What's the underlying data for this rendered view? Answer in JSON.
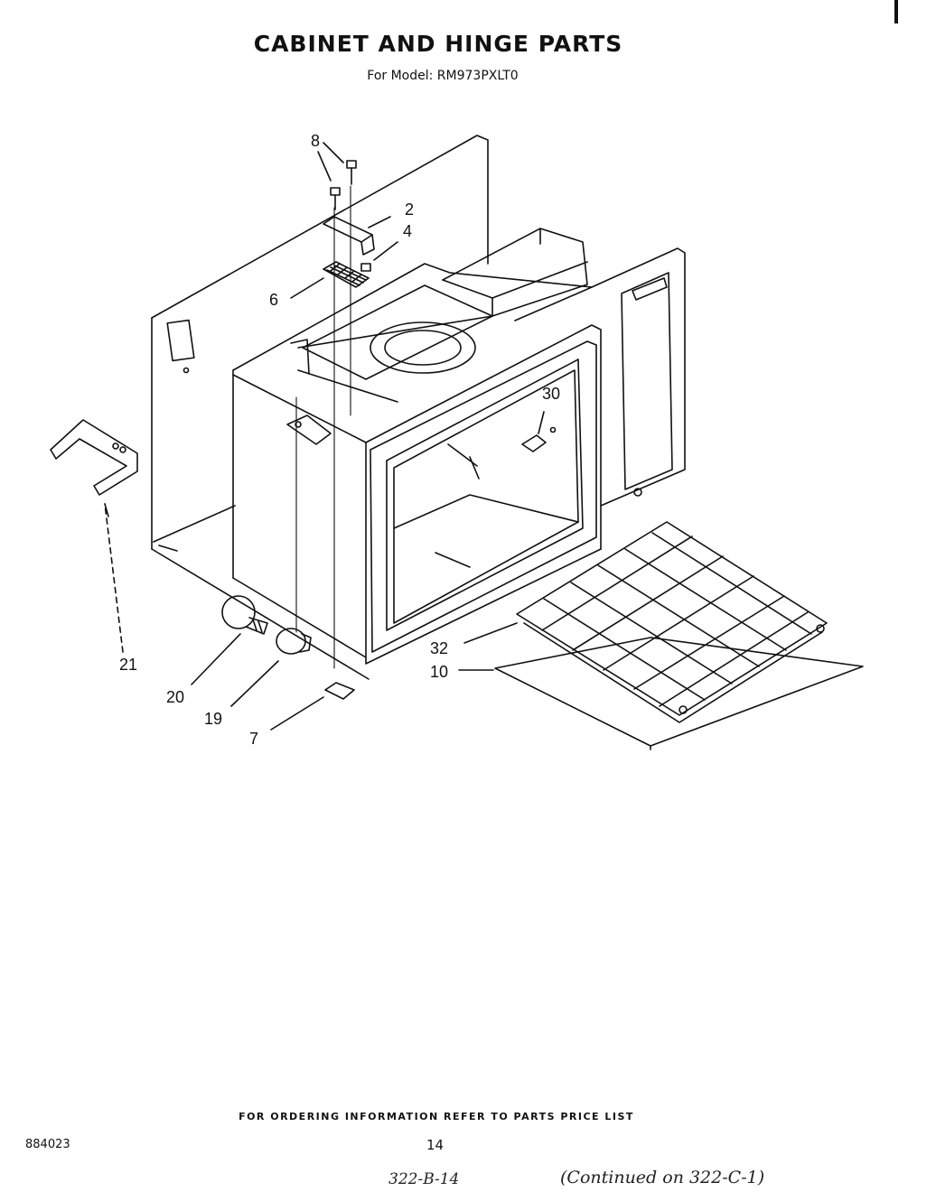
{
  "header": {
    "title": "CABINET AND HINGE PARTS",
    "subtitle": "For Model: RM973PXLT0"
  },
  "callouts": {
    "p8": "8",
    "p2": "2",
    "p4": "4",
    "p6": "6",
    "p30": "30",
    "p21": "21",
    "p20": "20",
    "p19": "19",
    "p7": "7",
    "p32": "32",
    "p10": "10"
  },
  "footer": {
    "ordering_note": "FOR ORDERING INFORMATION REFER TO PARTS PRICE LIST",
    "doc_number": "884023",
    "page_number": "14",
    "handwritten_ref": "322-B-14",
    "handwritten_note": "(Continued on 322-C-1)"
  }
}
